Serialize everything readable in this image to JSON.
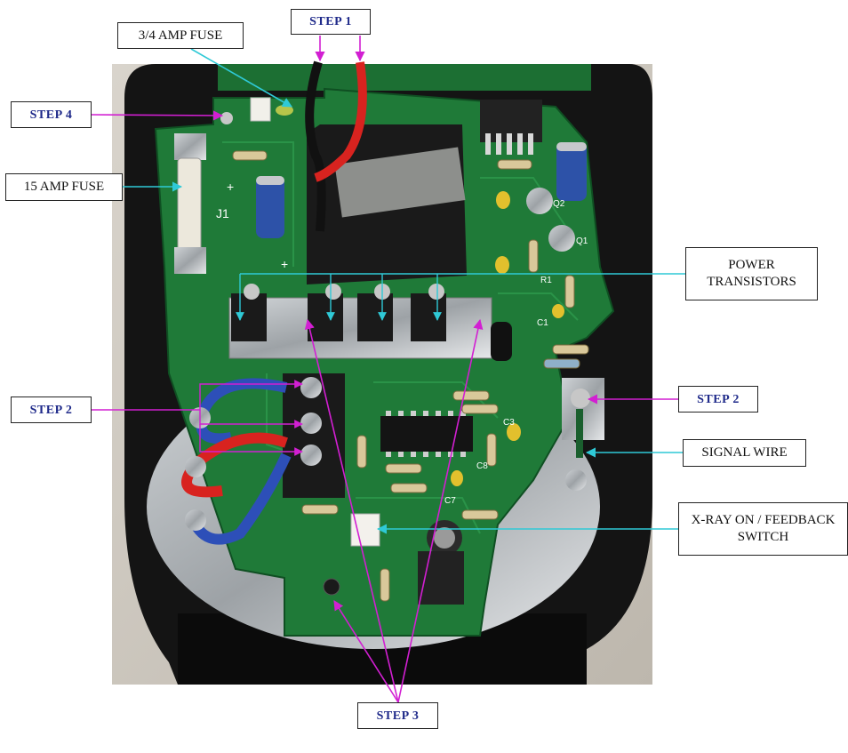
{
  "labels": {
    "step1": "STEP 1",
    "step2_left": "STEP 2",
    "step2_right": "STEP 2",
    "step3": "STEP 3",
    "step4": "STEP 4",
    "fuse_3_4_amp": "3/4 AMP FUSE",
    "fuse_15_amp": "15 AMP FUSE",
    "power_transistors_line1": "POWER",
    "power_transistors_line2": "TRANSISTORS",
    "signal_wire": "SIGNAL WIRE",
    "xray_switch_line1": "X-RAY ON / FEEDBACK",
    "xray_switch_line2": "SWITCH"
  },
  "pcb_marks": {
    "connector_j1": "J1",
    "plus_a": "+",
    "plus_b": "+",
    "cap_c1": "C1",
    "cap_c3": "C3",
    "cap_c7": "C7",
    "cap_c8": "C8",
    "transistor_q1": "Q1",
    "transistor_q2": "Q2",
    "resistor_r1": "R1"
  },
  "colors": {
    "pcb_green": "#1f7a38",
    "pcb_dark": "#0f4f22",
    "enclosure_black": "#141414",
    "step_text": "#1f2a8a",
    "pointer_magenta": "#d21fd2",
    "pointer_cyan": "#2fc9d6",
    "wire_red": "#d8231f",
    "wire_blue": "#2d4fb8",
    "fuse_glass": "#ece8dc"
  }
}
